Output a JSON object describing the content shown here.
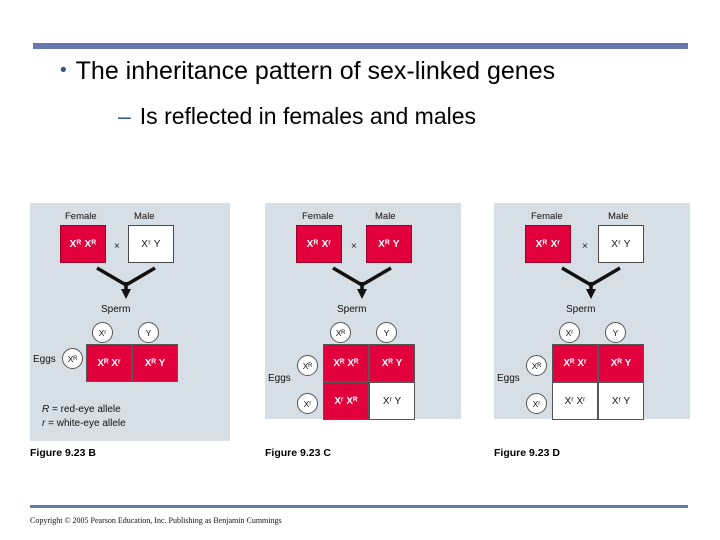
{
  "slide": {
    "bullet_level1": "The inheritance pattern of sex-linked genes",
    "bullet_level2": "Is reflected in females and males",
    "bullet_marker_1": "•",
    "bullet_marker_2": "–",
    "accent_color": "#6678ad",
    "panel_bg_color": "#d7dfe6",
    "red_color": "#e2003c"
  },
  "labels": {
    "female": "Female",
    "male": "Male",
    "cross": "×",
    "sperm": "Sperm",
    "eggs": "Eggs"
  },
  "panels": [
    {
      "id": "b",
      "caption": "Figure 9.23 B",
      "female": {
        "genotype": "Xᴿ Xᴿ",
        "fill": "red"
      },
      "male": {
        "genotype": "Xʳ Y",
        "fill": "white"
      },
      "sperm_gametes": [
        "Xʳ",
        "Y"
      ],
      "egg_gametes": [
        "Xᴿ"
      ],
      "punnett": [
        [
          {
            "genotype": "Xᴿ Xʳ",
            "fill": "red"
          },
          {
            "genotype": "Xᴿ Y",
            "fill": "red"
          }
        ]
      ],
      "legend": [
        {
          "allele": "R",
          "text": " = red-eye allele"
        },
        {
          "allele": "r",
          "text": " = white-eye allele"
        }
      ]
    },
    {
      "id": "c",
      "caption": "Figure 9.23 C",
      "female": {
        "genotype": "Xᴿ Xʳ",
        "fill": "red"
      },
      "male": {
        "genotype": "Xᴿ Y",
        "fill": "red"
      },
      "sperm_gametes": [
        "Xᴿ",
        "Y"
      ],
      "egg_gametes": [
        "Xᴿ",
        "Xʳ"
      ],
      "punnett": [
        [
          {
            "genotype": "Xᴿ Xᴿ",
            "fill": "red"
          },
          {
            "genotype": "Xᴿ Y",
            "fill": "red"
          }
        ],
        [
          {
            "genotype": "Xʳ Xᴿ",
            "fill": "red"
          },
          {
            "genotype": "Xʳ Y",
            "fill": "white"
          }
        ]
      ],
      "legend": []
    },
    {
      "id": "d",
      "caption": "Figure 9.23 D",
      "female": {
        "genotype": "Xᴿ Xʳ",
        "fill": "red"
      },
      "male": {
        "genotype": "Xʳ Y",
        "fill": "white"
      },
      "sperm_gametes": [
        "Xʳ",
        "Y"
      ],
      "egg_gametes": [
        "Xᴿ",
        "Xʳ"
      ],
      "punnett": [
        [
          {
            "genotype": "Xᴿ Xʳ",
            "fill": "red"
          },
          {
            "genotype": "Xᴿ Y",
            "fill": "red"
          }
        ],
        [
          {
            "genotype": "Xʳ Xʳ",
            "fill": "white"
          },
          {
            "genotype": "Xʳ Y",
            "fill": "white"
          }
        ]
      ],
      "legend": []
    }
  ],
  "footer": {
    "copyright": "Copyright © 2005 Pearson Education, Inc. Publishing as Benjamin Cummings"
  }
}
